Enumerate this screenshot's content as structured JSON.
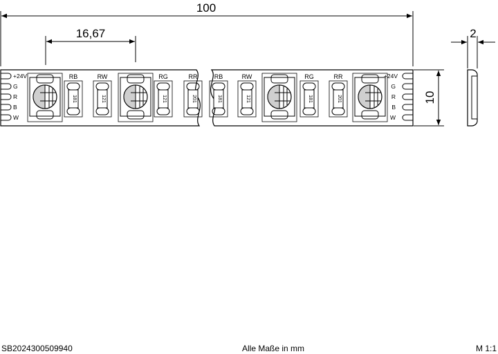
{
  "dimensions": {
    "total_length": "100",
    "pitch": "16,67",
    "height": "10",
    "thickness": "2"
  },
  "strip": {
    "connector_labels": [
      "+24V",
      "G",
      "R",
      "B",
      "W"
    ],
    "resistor_labels": [
      "RB",
      "RW",
      "RG",
      "RR"
    ],
    "resistor_values_left": [
      "181",
      "121",
      "121",
      "201"
    ],
    "resistor_values_right": [
      "181",
      "121",
      "181",
      "201"
    ]
  },
  "footer": {
    "article_number": "SB2024300509940",
    "units_note": "Alle Maße in mm",
    "scale": "M 1:1"
  }
}
